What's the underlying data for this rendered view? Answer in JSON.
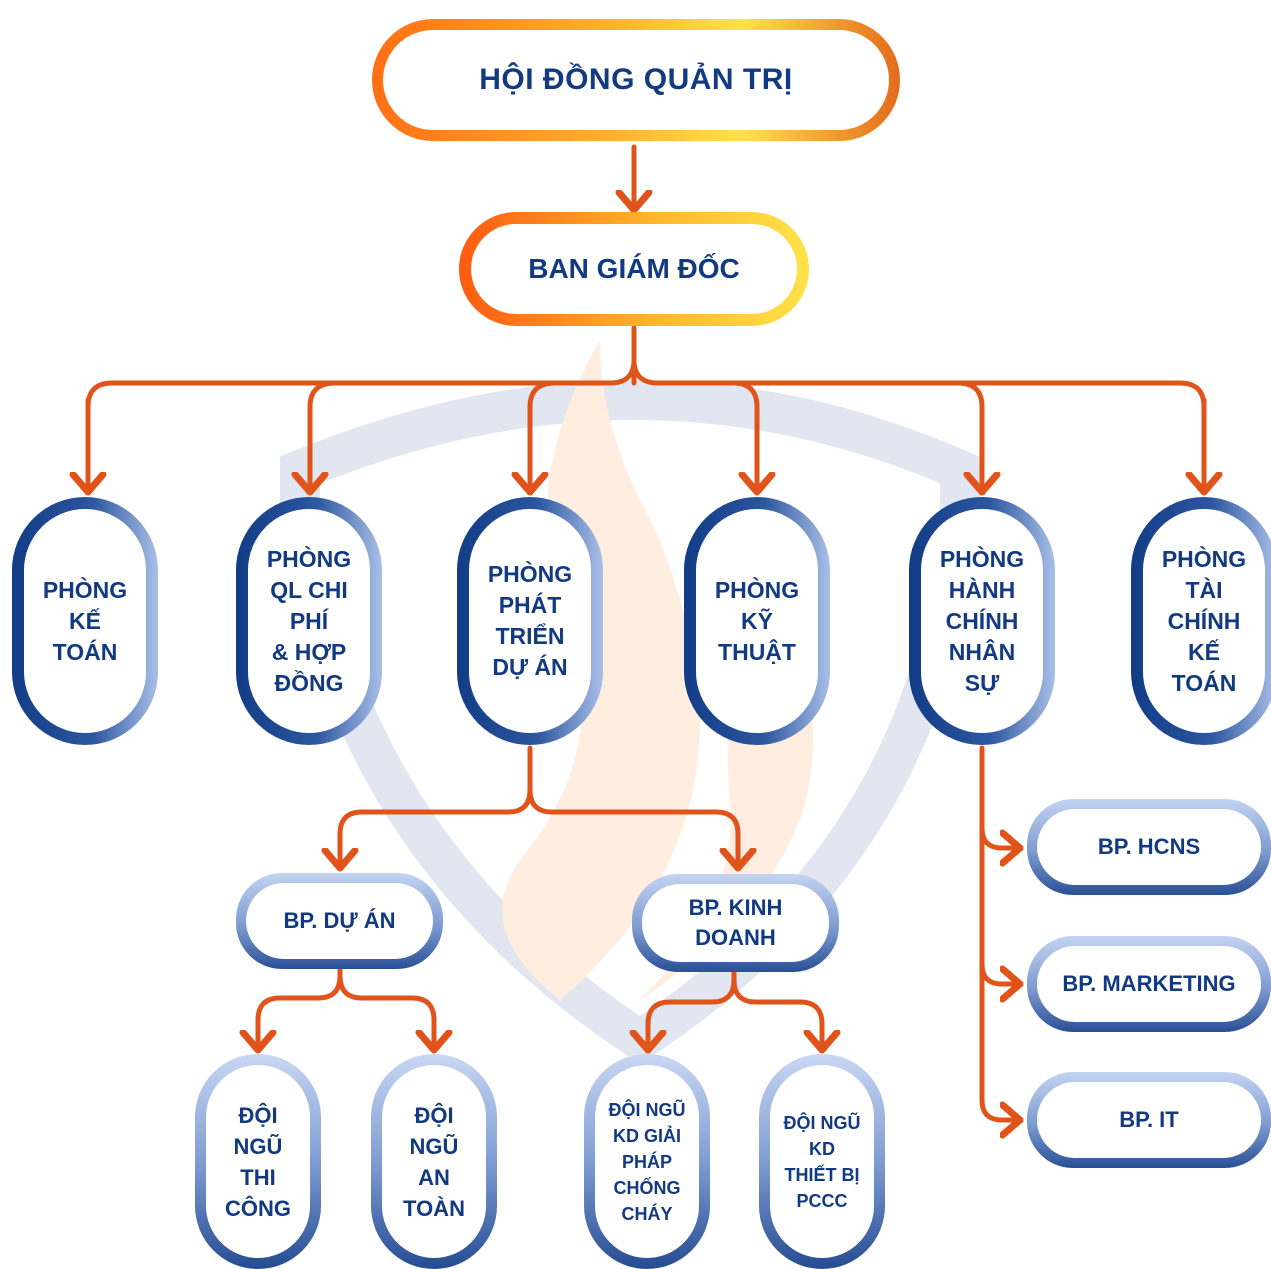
{
  "colors": {
    "connector": "#e0541b",
    "text": "#123a82",
    "accent_orange": "#ff7a1a",
    "accent_blue": "#1e4a8f"
  },
  "board": {
    "label": "HỘI ĐỒNG QUẢN TRỊ"
  },
  "directors": {
    "label": "BAN GIÁM ĐỐC"
  },
  "departments": [
    {
      "lines": [
        "PHÒNG",
        "KẾ",
        "TOÁN"
      ]
    },
    {
      "lines": [
        "PHÒNG",
        "QL CHI",
        "PHÍ",
        "& HỢP",
        "ĐỒNG"
      ]
    },
    {
      "lines": [
        "PHÒNG",
        "PHÁT",
        "TRIỂN",
        "DỰ ÁN"
      ]
    },
    {
      "lines": [
        "PHÒNG",
        "KỸ",
        "THUẬT"
      ]
    },
    {
      "lines": [
        "PHÒNG",
        "HÀNH",
        "CHÍNH",
        "NHÂN",
        "SỰ"
      ]
    },
    {
      "lines": [
        "PHÒNG",
        "TÀI",
        "CHÍNH",
        "KẾ",
        "TOÁN"
      ]
    }
  ],
  "project_divisions": {
    "project": {
      "lines": [
        "BP. DỰ ÁN"
      ]
    },
    "business": {
      "lines": [
        "BP. KINH",
        "DOANH"
      ]
    }
  },
  "teams": {
    "construction": {
      "lines": [
        "ĐỘI",
        "NGŨ",
        "THI",
        "CÔNG"
      ]
    },
    "safety": {
      "lines": [
        "ĐỘI",
        "NGŨ",
        "AN",
        "TOÀN"
      ]
    },
    "fire_solutions": {
      "lines": [
        "ĐỘI NGŨ",
        "KD GIẢI",
        "PHÁP",
        "CHỐNG",
        "CHÁY"
      ]
    },
    "fire_equipment": {
      "lines": [
        "ĐỘI NGŨ",
        "KD",
        "THIẾT BỊ",
        "PCCC"
      ]
    }
  },
  "admin_divisions": [
    {
      "lines": [
        "BP. HCNS"
      ]
    },
    {
      "lines": [
        "BP. MARKETING"
      ]
    },
    {
      "lines": [
        "BP. IT"
      ]
    }
  ]
}
